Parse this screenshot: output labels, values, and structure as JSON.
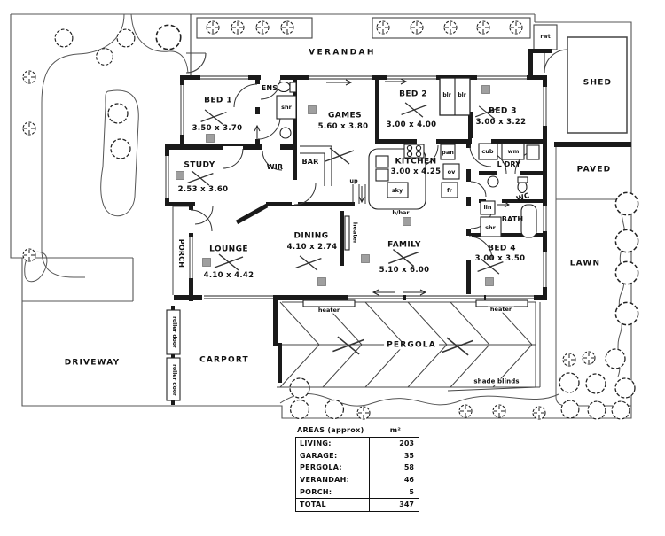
{
  "plan": {
    "outdoor": {
      "verandah": "VERANDAH",
      "shed": "SHED",
      "paved": "PAVED",
      "lawn": "LAWN",
      "driveway": "DRIVEWAY",
      "carport": "CARPORT",
      "pergola": "PERGOLA",
      "porch": "PORCH",
      "shade_blinds": "shade blinds",
      "roller_door": "roller door",
      "rwt": "rwt"
    },
    "rooms": {
      "bed1": {
        "name": "BED 1",
        "dims": "3.50 x 3.70"
      },
      "study": {
        "name": "STUDY",
        "dims": "2.53 x 3.60"
      },
      "games": {
        "name": "GAMES",
        "dims": "5.60 x 3.80"
      },
      "bed2": {
        "name": "BED 2",
        "dims": "3.00 x 4.00"
      },
      "bed3": {
        "name": "BED 3",
        "dims": "3.00 x 3.22"
      },
      "kitchen": {
        "name": "KITCHEN",
        "dims": "3.00 x 4.25"
      },
      "bed4": {
        "name": "BED 4",
        "dims": "3.00 x 3.50"
      },
      "lounge": {
        "name": "LOUNGE",
        "dims": "4.10 x 4.42"
      },
      "dining": {
        "name": "DINING",
        "dims": "4.10 x 2.74"
      },
      "family": {
        "name": "FAMILY",
        "dims": "5.10 x 6.00"
      }
    },
    "small_rooms": {
      "ens": "ENS",
      "wir": "WIR",
      "bar": "BAR",
      "ldry": "L'DRY",
      "wc": "WC",
      "bath": "BATH"
    },
    "fixtures": {
      "shr": "shr",
      "sky": "sky",
      "pan": "pan",
      "ov": "ov",
      "fr": "fr",
      "cub": "cub",
      "wm": "wm",
      "lin": "lin",
      "blr": "blr",
      "up": "up",
      "bbar": "b/bar",
      "heater": "heater"
    }
  },
  "areas_table": {
    "title": "AREAS (approx)",
    "unit": "m²",
    "rows": [
      {
        "label": "LIVING:",
        "value": "203"
      },
      {
        "label": "GARAGE:",
        "value": "35"
      },
      {
        "label": "PERGOLA:",
        "value": "58"
      },
      {
        "label": "VERANDAH:",
        "value": "46"
      },
      {
        "label": "PORCH:",
        "value": "5"
      }
    ],
    "total_label": "TOTAL",
    "total_value": "347"
  },
  "colors": {
    "wall": "#1a1a1a",
    "line": "#555555",
    "vent": "#9f9f9f"
  }
}
